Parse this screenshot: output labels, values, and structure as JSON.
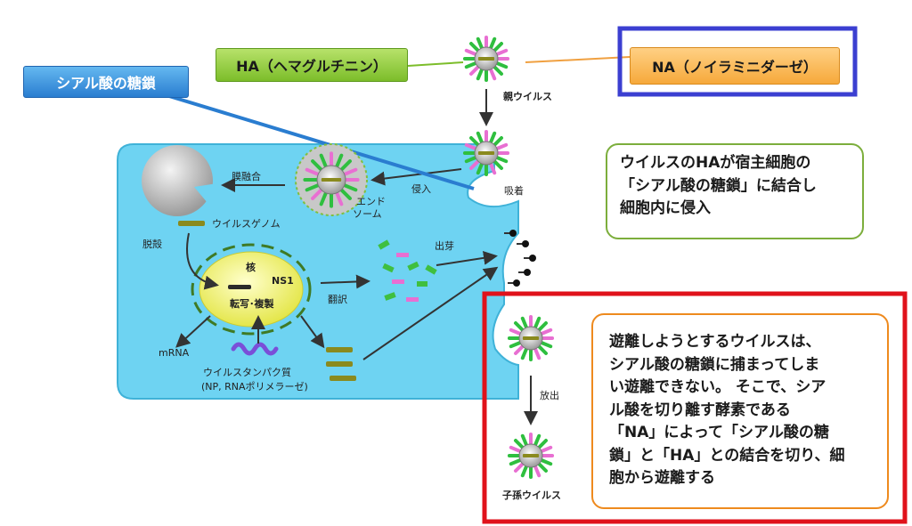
{
  "labels": {
    "ha": "HA（ヘマグルチニン）",
    "na": "NA（ノイラミニダーゼ）",
    "sialic_acid": "シアル酸の糖鎖",
    "parent_virus": "親ウイルス",
    "membrane_fusion": "膜融合",
    "invasion": "侵入",
    "adsorption": "吸着",
    "endosome": [
      "エンド",
      "ソーム"
    ],
    "uncoating": "脱殻",
    "viral_genome": "ウイルスゲノム",
    "nucleus": "核",
    "ns1": "NS1",
    "transcription_replication": "転写･複製",
    "translation": "翻訳",
    "budding": "出芽",
    "mrna": "mRNA",
    "viral_protein": "ウイルスタンパク質",
    "viral_protein_detail": "(NP, RNAポリメラーゼ)",
    "release": "放出",
    "progeny_virus": "子孫ウイルス"
  },
  "callouts": {
    "invade": [
      "ウイルスのHAが宿主細胞の",
      "「シアル酸の糖鎖」に結合し",
      "細胞内に侵入"
    ],
    "release": [
      "遊離しようとするウイルスは、",
      "シアル酸の糖鎖に捕まってしま",
      "い遊離できない。 そこで、シア",
      "ル酸を切り離す酵素である",
      "「NA」によって「シアル酸の糖",
      "鎖」と「HA」との結合を切り、細",
      "胞から遊離する"
    ]
  },
  "colors": {
    "cell": "#6ed3f2",
    "nucleus": "#f1f26a",
    "ha_tag": "#8dc63f",
    "na_tag": "#f7b048",
    "sialic_tag": "#3a8fe0",
    "highlight_blue": "#3b3fd1",
    "highlight_red": "#e0121b",
    "spike_green": "#2fbf3f",
    "spike_pink": "#e86fd2"
  },
  "icons": [
    "virus-icon",
    "endosome-icon",
    "cell-icon",
    "nucleus-icon",
    "arrow-icon"
  ]
}
